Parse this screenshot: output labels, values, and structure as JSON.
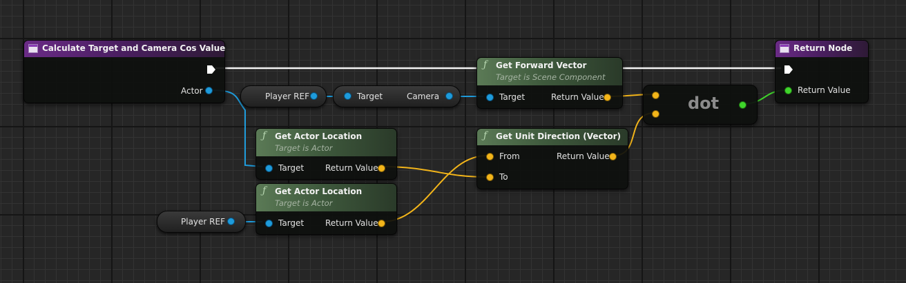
{
  "nodes": {
    "entry": {
      "title": "Calculate Target and Camera Cos Value",
      "pin_actor": "Actor"
    },
    "return_node": {
      "title": "Return Node",
      "pin_return": "Return Value"
    },
    "forward_vector": {
      "title": "Get Forward Vector",
      "subtitle": "Target is Scene Component",
      "pin_target": "Target",
      "pin_return": "Return Value"
    },
    "actor_location_1": {
      "title": "Get Actor Location",
      "subtitle": "Target is Actor",
      "pin_target": "Target",
      "pin_return": "Return Value"
    },
    "actor_location_2": {
      "title": "Get Actor Location",
      "subtitle": "Target is Actor",
      "pin_target": "Target",
      "pin_return": "Return Value"
    },
    "unit_direction": {
      "title": "Get Unit Direction (Vector)",
      "pin_from": "From",
      "pin_to": "To",
      "pin_return": "Return Value"
    },
    "dot": {
      "label": "dot"
    },
    "player_ref_1": {
      "label": "Player REF"
    },
    "camera_getter": {
      "pin_target": "Target",
      "label": "Camera"
    },
    "player_ref_2": {
      "label": "Player REF"
    }
  },
  "colors": {
    "exec": "#ffffff",
    "object_pin": "#1e9bdb",
    "vector_pin": "#f3b51a",
    "float_pin": "#3fd52b",
    "event_header": "#6a2b86",
    "function_header": "#5b7a56"
  },
  "icons": {
    "event": "event-node-icon",
    "function": "function-f-icon",
    "exec": "exec-arrow-icon"
  }
}
